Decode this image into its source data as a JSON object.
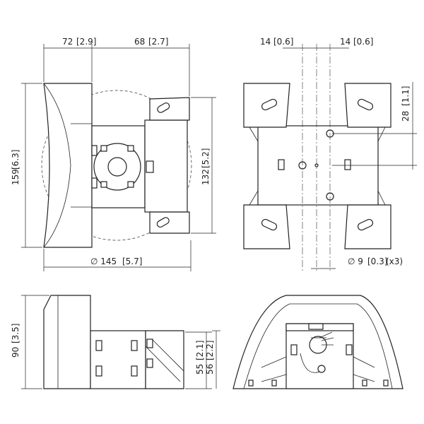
{
  "dimensions": {
    "front_width_top_left": "72",
    "front_width_top_left_in": "2.9",
    "front_width_top_right": "68",
    "front_width_top_right_in": "2.7",
    "front_height_left": "159",
    "front_height_left_in": "6.3",
    "front_height_right": "132",
    "front_height_right_in": "5.2",
    "front_diameter": "∅ 145",
    "front_diameter_in": "5.7",
    "rear_left_offset": "14",
    "rear_left_offset_in": "0.6",
    "rear_right_offset": "14",
    "rear_right_offset_in": "0.6",
    "rear_height": "28",
    "rear_height_in": "1.1",
    "rear_hole": "∅ 9",
    "rear_hole_in": "0.3",
    "rear_hole_count": "(x3)",
    "side_height": "90",
    "side_height_in": "3.5",
    "side_bracket_1": "55",
    "side_bracket_1_in": "2.1",
    "side_bracket_2": "56",
    "side_bracket_2_in": "2.2"
  }
}
